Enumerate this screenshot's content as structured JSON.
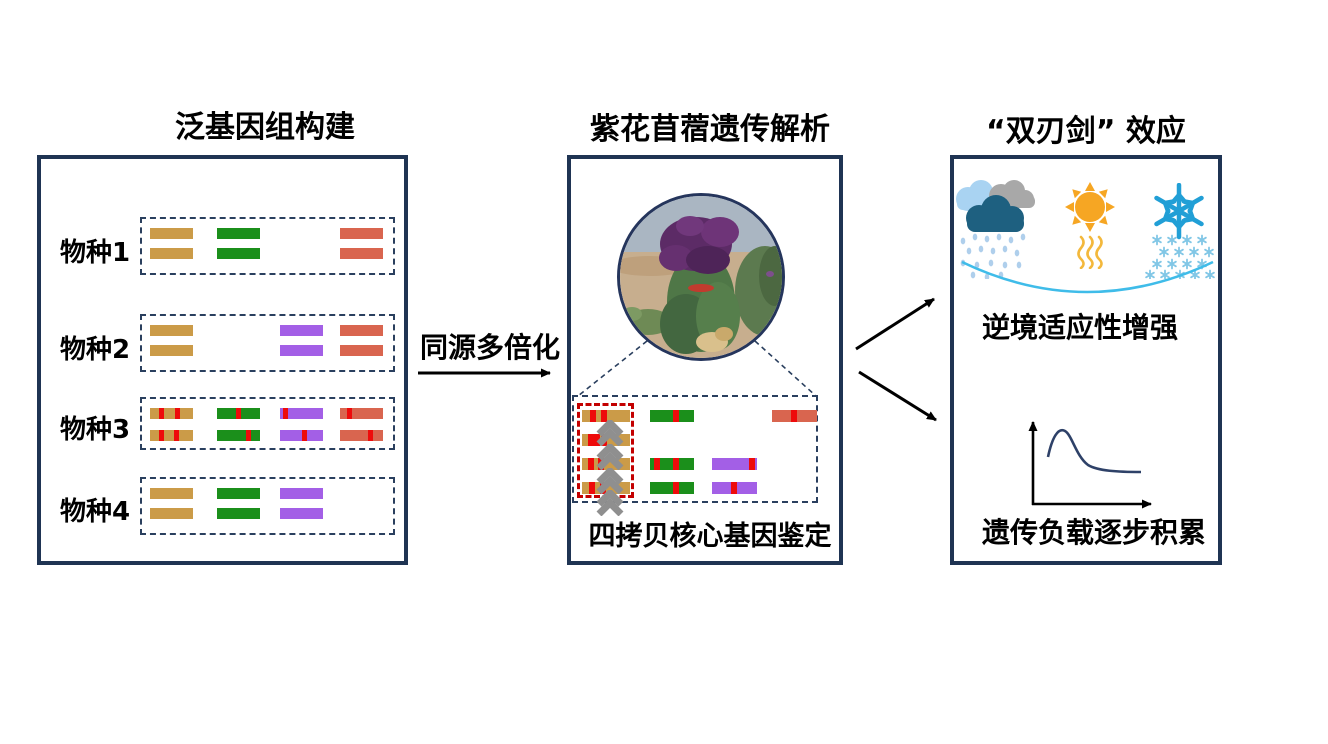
{
  "figure": {
    "pangenome": {
      "title": "泛基因组构建"
    },
    "process_arrow": {
      "label": "同源多倍化"
    },
    "alfalfa": {
      "title": "紫花苜蓿遗传解析",
      "caption": "四拷贝核心基因鉴定",
      "photo_subject": "紫花苜蓿 field plant with purple flowers"
    },
    "effects": {
      "title": "“双刃剑” 效应",
      "adaptation_caption": "逆境适应性增强",
      "genetic_load_caption": "遗传负载逐步积累",
      "icons": {
        "rain": "storm-rain-clouds-icon",
        "heat": "sun-heat-icon",
        "cold": "snowflake-icon"
      },
      "accent_colors": {
        "arc_blue": "#3FBCE9",
        "cloud_light": "#A9D3F2",
        "cloud_gray": "#A8A8A8",
        "cloud_dark": "#1E6080",
        "raindrop": "#AFCFEC",
        "sun_orange": "#F6A623",
        "heatwave": "#F3B83C",
        "snow_blue": "#219FD6",
        "mini_snow": "#82C7E6",
        "curve_navy": "#2E4168"
      },
      "load_curve": {
        "type": "line",
        "x_label": "",
        "y_label": "",
        "points_norm": [
          [
            0.1,
            0.52
          ],
          [
            0.22,
            0.82
          ],
          [
            0.3,
            0.75
          ],
          [
            0.42,
            0.35
          ],
          [
            0.6,
            0.28
          ],
          [
            0.82,
            0.27
          ]
        ]
      }
    }
  },
  "gene_diagram": {
    "colors": {
      "tan": "#CB9B48",
      "green": "#1B8F1B",
      "purple": "#A35FE6",
      "salmon": "#D9654F",
      "mutation": "#EE0B0B",
      "panel_border": "#1F3453",
      "dash_border": "#2A3F5E",
      "core_box_red": "#C30000",
      "chevron_gray": "#8F8F8F"
    },
    "species": [
      {
        "label": "物种1",
        "genes": [
          {
            "family": "tan",
            "col": 0,
            "marks": [
              [],
              []
            ]
          },
          {
            "family": "green",
            "col": 1,
            "marks": [
              [],
              []
            ]
          },
          {
            "family": "salmon",
            "col": 3,
            "marks": [
              [],
              []
            ]
          }
        ]
      },
      {
        "label": "物种2",
        "genes": [
          {
            "family": "tan",
            "col": 0,
            "marks": [
              [],
              []
            ]
          },
          {
            "family": "purple",
            "col": 2,
            "marks": [
              [],
              []
            ]
          },
          {
            "family": "salmon",
            "col": 3,
            "marks": [
              [],
              []
            ]
          }
        ]
      },
      {
        "label": "物种3",
        "genes": [
          {
            "family": "tan",
            "col": 0,
            "marks": [
              [
                0.2,
                0.58
              ],
              [
                0.2,
                0.55
              ]
            ]
          },
          {
            "family": "green",
            "col": 1,
            "marks": [
              [
                0.45
              ],
              [
                0.68
              ]
            ]
          },
          {
            "family": "purple",
            "col": 2,
            "marks": [
              [
                0.06
              ],
              [
                0.52
              ]
            ]
          },
          {
            "family": "salmon",
            "col": 3,
            "marks": [
              [
                0.16
              ],
              [
                0.66
              ]
            ]
          }
        ]
      },
      {
        "label": "物种4",
        "genes": [
          {
            "family": "tan",
            "col": 0,
            "marks": [
              [],
              []
            ]
          },
          {
            "family": "green",
            "col": 1,
            "marks": [
              [],
              []
            ]
          },
          {
            "family": "purple",
            "col": 2,
            "marks": [
              [],
              []
            ]
          }
        ]
      }
    ],
    "core_rows": [
      [
        {
          "col": 0,
          "family": "tan",
          "marks": [
            0.16,
            0.4
          ]
        },
        {
          "col": 1,
          "family": "green",
          "marks": [
            0.52
          ]
        },
        {
          "col": 3,
          "family": "salmon",
          "marks": [
            0.42
          ]
        }
      ],
      [
        {
          "col": 0,
          "family": "tan",
          "marks": [
            0.12,
            0.26,
            0.4
          ]
        }
      ],
      [
        {
          "col": 0,
          "family": "tan",
          "marks": [
            0.13,
            0.34
          ]
        },
        {
          "col": 1,
          "family": "green",
          "marks": [
            0.1,
            0.52
          ]
        },
        {
          "col": 2,
          "family": "purple",
          "marks": [
            0.82
          ]
        }
      ],
      [
        {
          "col": 0,
          "family": "tan",
          "marks": [
            0.15,
            0.38
          ]
        },
        {
          "col": 1,
          "family": "green",
          "marks": [
            0.52
          ]
        },
        {
          "col": 2,
          "family": "purple",
          "marks": [
            0.42
          ]
        }
      ]
    ]
  }
}
